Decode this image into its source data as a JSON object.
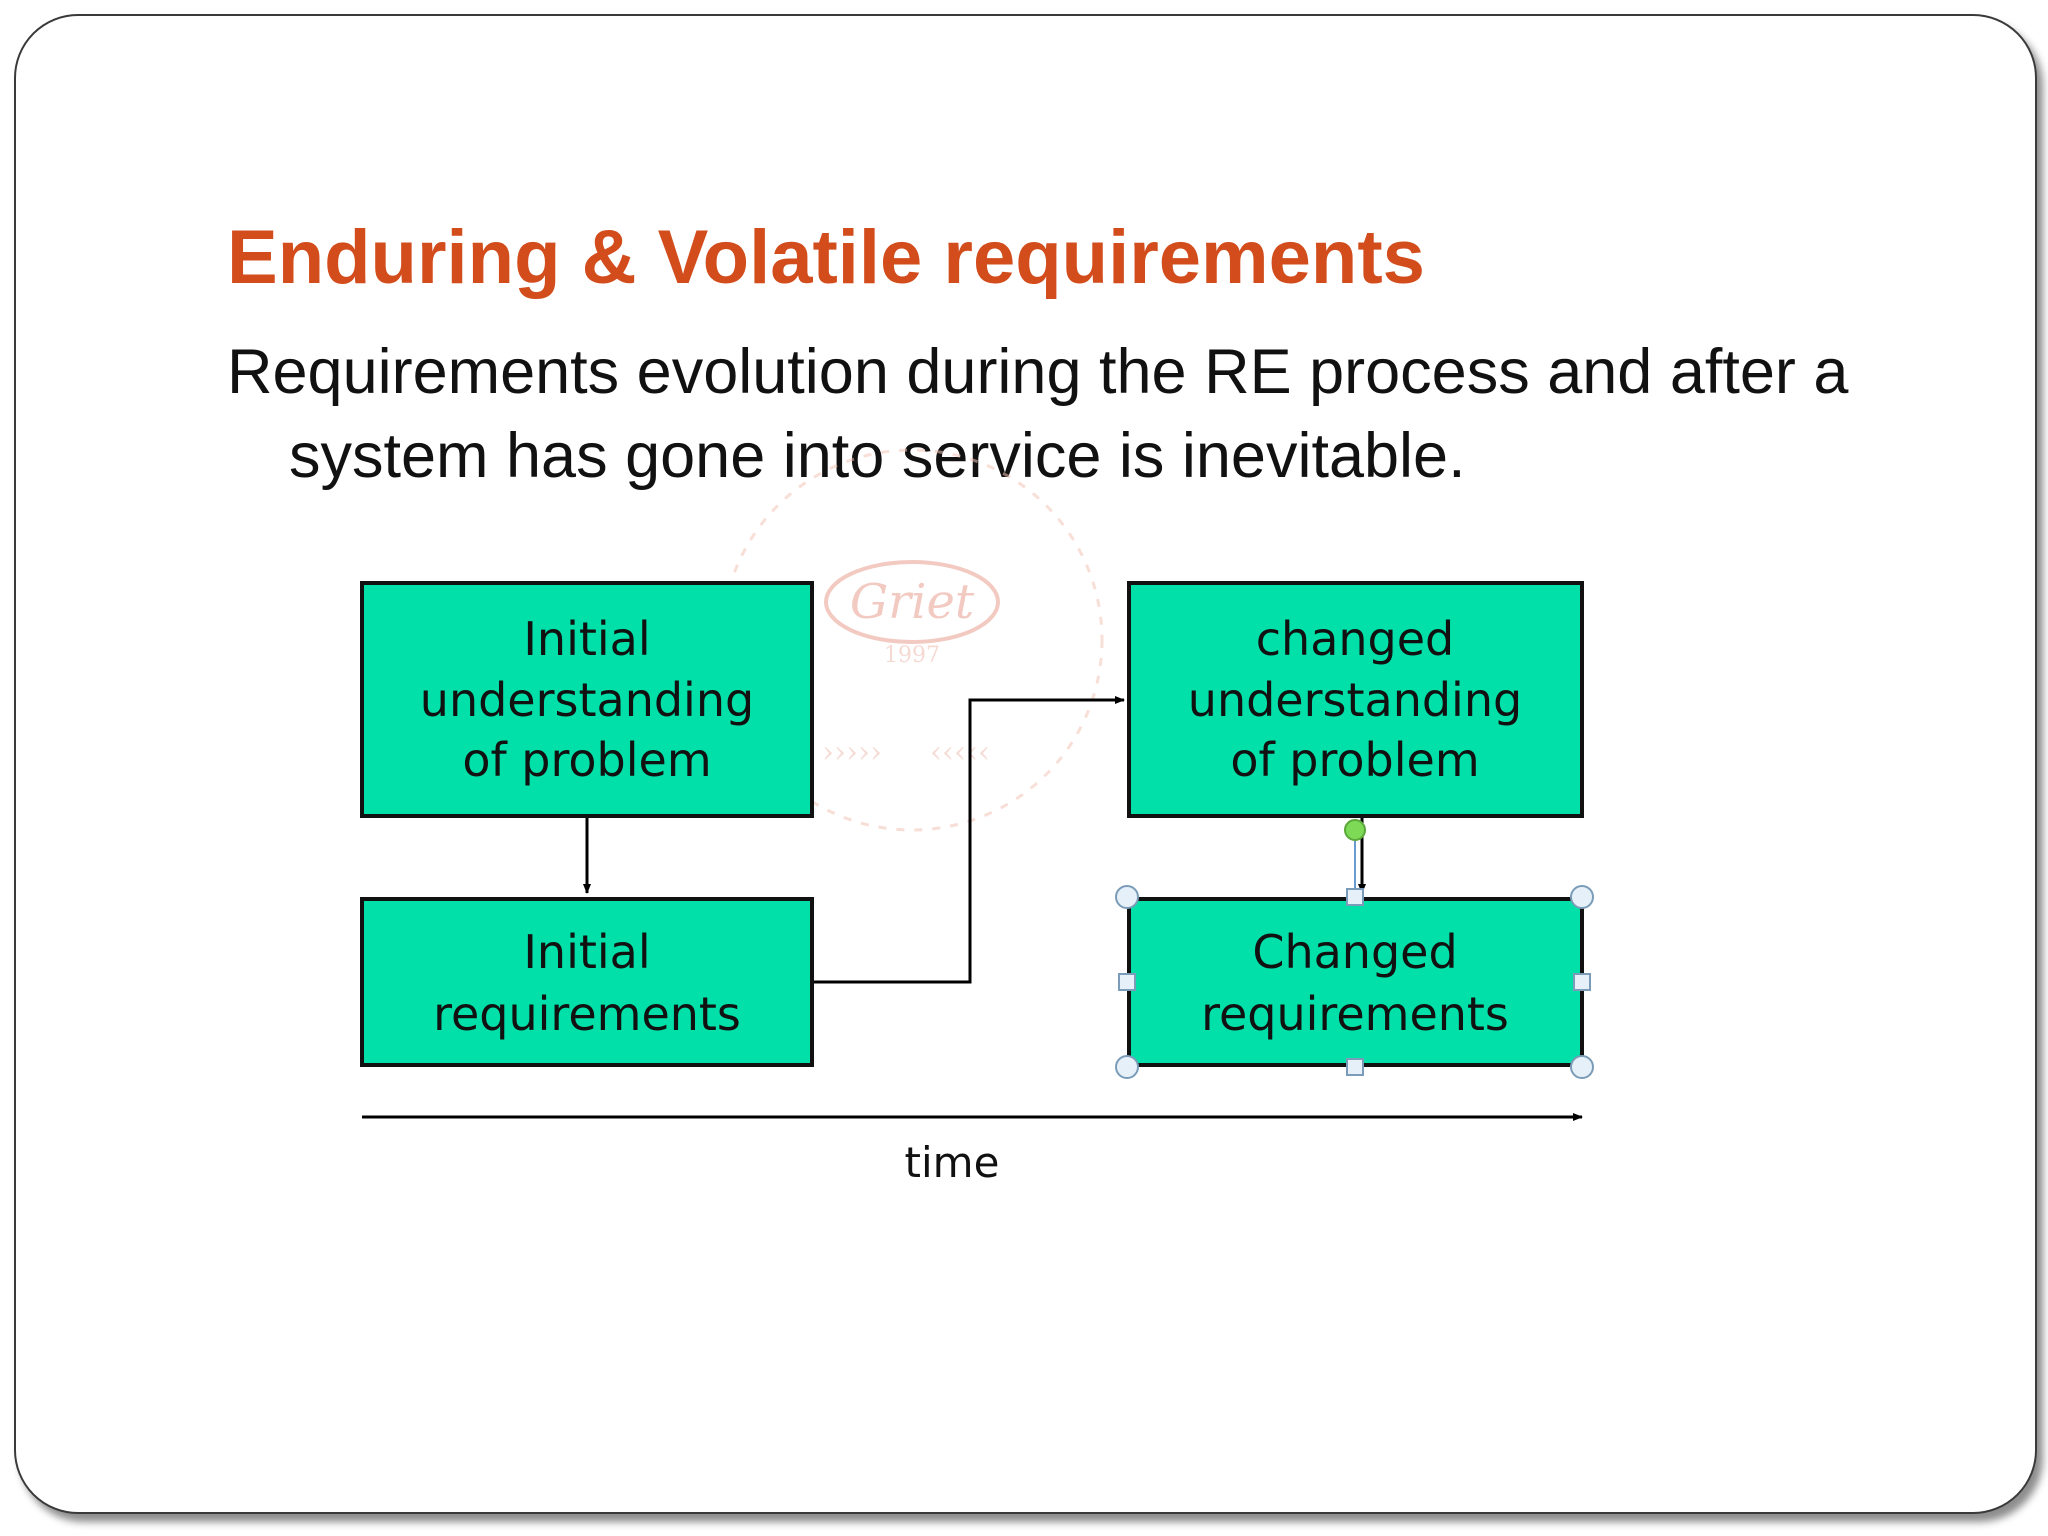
{
  "slide": {
    "title": "Enduring & Volatile requirements",
    "body": "Requirements evolution during the RE process and after a system has gone into service is inevitable."
  },
  "diagram": {
    "box_fill": "#00e0a8",
    "boxes": [
      {
        "id": "initial-understanding",
        "lines": [
          "Initial",
          "understanding",
          "of problem"
        ]
      },
      {
        "id": "initial-requirements",
        "lines": [
          "Initial",
          "requirements"
        ]
      },
      {
        "id": "changed-understanding",
        "lines": [
          "changed",
          "understanding",
          "of problem"
        ]
      },
      {
        "id": "changed-requirements",
        "lines": [
          "Changed",
          "requirements"
        ]
      }
    ],
    "time_label": "time",
    "watermark": {
      "logo_text": "Griet",
      "year": "1997"
    }
  },
  "colors": {
    "title": "#d24c1c",
    "watermark": "#e8a090",
    "selection_handle": "#9fc4e0",
    "rotation_handle": "#7ed957"
  }
}
